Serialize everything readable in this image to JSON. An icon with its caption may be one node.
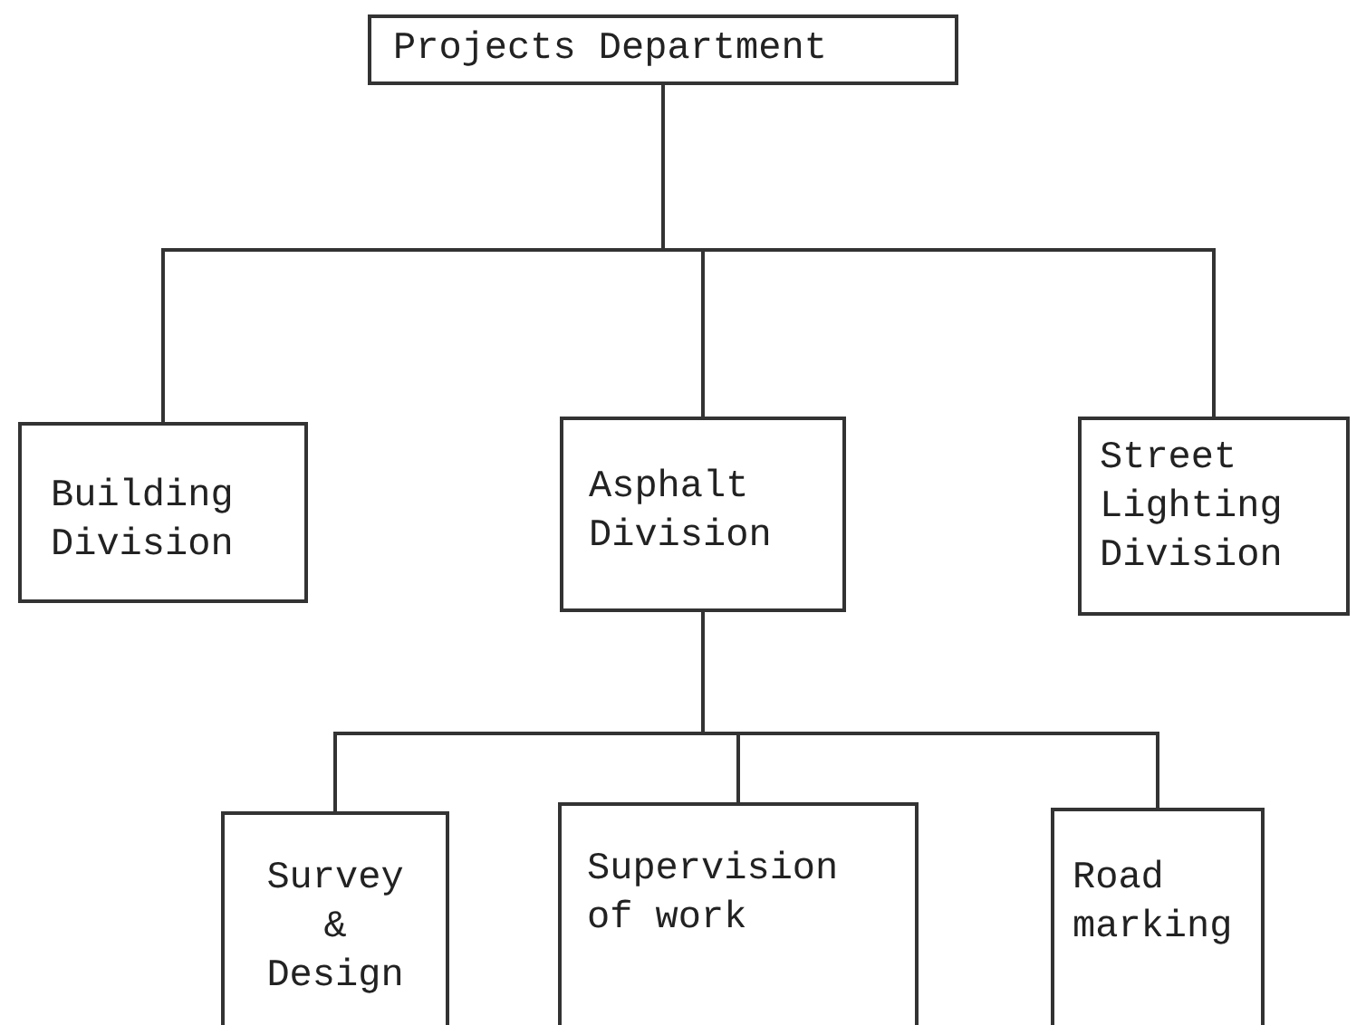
{
  "diagram": {
    "nodes": [
      {
        "text": [
          "Projects Department"
        ]
      },
      {
        "text": [
          "Building Division"
        ]
      },
      {
        "text": [
          "Asphalt Division"
        ]
      },
      {
        "text": [
          "Street Lighting Division"
        ]
      },
      {
        "text": [
          "Survey & Design"
        ]
      },
      {
        "text": [
          "Supervision of work"
        ]
      },
      {
        "text": [
          "Road marking"
        ]
      }
    ],
    "edges": [
      {
        "from": 0,
        "to": 1,
        "arrow": "none"
      },
      {
        "from": 0,
        "to": 2,
        "arrow": "none"
      },
      {
        "from": 0,
        "to": 3,
        "arrow": "none"
      },
      {
        "from": 2,
        "to": 4,
        "arrow": "none"
      },
      {
        "from": 2,
        "to": 5,
        "arrow": "none"
      },
      {
        "from": 2,
        "to": 6,
        "arrow": "none"
      }
    ]
  }
}
